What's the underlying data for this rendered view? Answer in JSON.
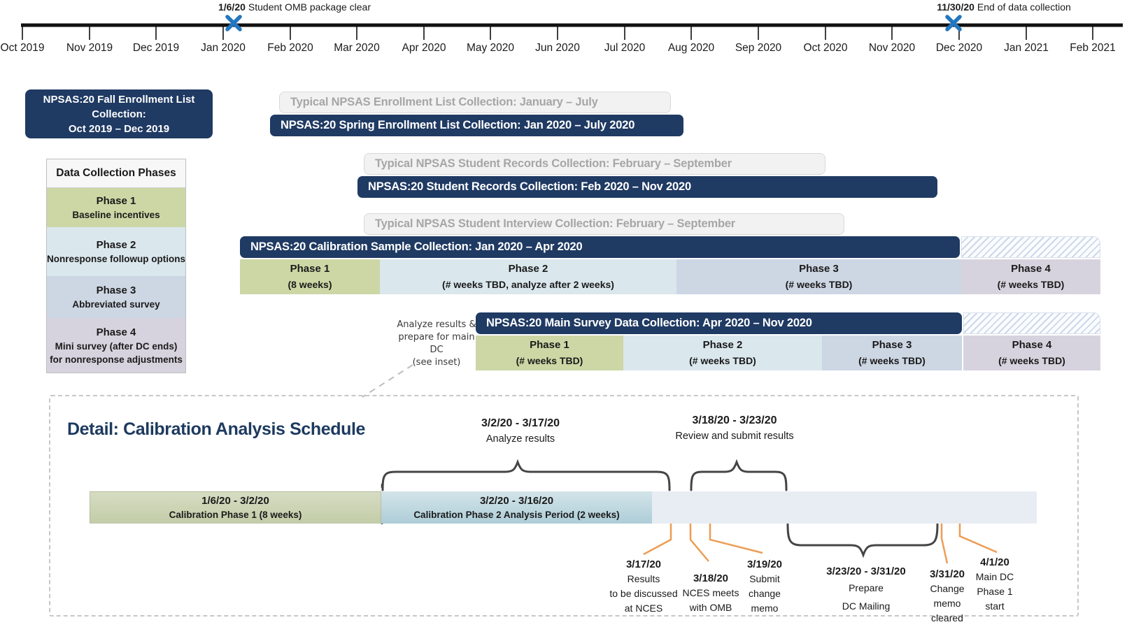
{
  "timeline": {
    "months": [
      "Oct 2019",
      "Nov 2019",
      "Dec 2019",
      "Jan 2020",
      "Feb 2020",
      "Mar 2020",
      "Apr 2020",
      "May 2020",
      "Jun 2020",
      "Jul 2020",
      "Aug 2020",
      "Sep 2020",
      "Oct 2020",
      "Nov 2020",
      "Dec 2020",
      "Jan 2021",
      "Feb 2021"
    ],
    "markers": [
      {
        "date": "1/6/20",
        "label": "Student OMB package clear"
      },
      {
        "date": "11/30/20",
        "label": "End of data collection"
      }
    ]
  },
  "colors": {
    "navy": "#1f3a63",
    "marker_blue": "#2277c0",
    "orange": "#ec9d55",
    "phase1_green": "#ccd7a5",
    "phase2_blue": "#dae7ed",
    "phase3_periwinkle": "#cdd6e3",
    "phase4_lavender": "#d7d3de",
    "typical_gray_text": "#a6a6a6"
  },
  "fall_box": {
    "line1": "NPSAS:20 Fall Enrollment List",
    "line2": "Collection:",
    "line3": "Oct 2019 – Dec 2019"
  },
  "rows": {
    "enrollment": {
      "typical": "Typical NPSAS Enrollment List Collection: January – July",
      "actual": "NPSAS:20 Spring Enrollment List Collection: Jan 2020 – July 2020"
    },
    "records": {
      "typical": "Typical NPSAS Student Records Collection: February – September",
      "actual": "NPSAS:20 Student Records Collection: Feb 2020 – Nov 2020"
    },
    "interview": {
      "typical": "Typical NPSAS Student Interview Collection: February – September"
    },
    "calibration": {
      "actual": "NPSAS:20 Calibration Sample Collection: Jan 2020 – Apr 2020"
    },
    "main": {
      "actual": "NPSAS:20 Main Survey Data Collection: Apr 2020 – Nov 2020"
    }
  },
  "legend": {
    "title": "Data Collection Phases",
    "items": [
      {
        "name": "Phase 1",
        "desc": "Baseline incentives",
        "desc2": ""
      },
      {
        "name": "Phase 2",
        "desc": "Nonresponse followup options",
        "desc2": ""
      },
      {
        "name": "Phase 3",
        "desc": "Abbreviated survey",
        "desc2": ""
      },
      {
        "name": "Phase 4",
        "desc": "Mini survey (after DC ends)",
        "desc2": "for nonresponse adjustments"
      }
    ]
  },
  "calibration_phases": [
    {
      "name": "Phase 1",
      "detail": "(8 weeks)"
    },
    {
      "name": "Phase 2",
      "detail": "(# weeks TBD, analyze after 2 weeks)"
    },
    {
      "name": "Phase 3",
      "detail": "(# weeks TBD)"
    },
    {
      "name": "Phase 4",
      "detail": "(# weeks TBD)"
    }
  ],
  "main_phases": [
    {
      "name": "Phase 1",
      "detail": "(# weeks TBD)"
    },
    {
      "name": "Phase 2",
      "detail": "(# weeks TBD)"
    },
    {
      "name": "Phase 3",
      "detail": "(# weeks TBD)"
    },
    {
      "name": "Phase 4",
      "detail": "(# weeks TBD)"
    }
  ],
  "annotation": {
    "line1": "Analyze results &",
    "line2": "prepare for main",
    "line3": "DC",
    "line4": "(see inset)"
  },
  "inset": {
    "title": "Detail: Calibration Analysis Schedule",
    "bars": [
      {
        "date": "1/6/20 - 3/2/20",
        "label": "Calibration Phase 1 (8 weeks)"
      },
      {
        "date": "3/2/20 - 3/16/20",
        "label": "Calibration Phase 2 Analysis Period (2 weeks)"
      }
    ],
    "braces": [
      {
        "date": "3/2/20 - 3/17/20",
        "label": "Analyze results"
      },
      {
        "date": "3/18/20 - 3/23/20",
        "label": "Review and submit results"
      },
      {
        "date": "3/23/20 - 3/31/20",
        "label": "Prepare",
        "label2": "DC Mailing"
      }
    ],
    "milestones": [
      {
        "date": "3/17/20",
        "lines": [
          "Results",
          "to be discussed",
          "at NCES"
        ]
      },
      {
        "date": "3/18/20",
        "lines": [
          "NCES meets",
          "with OMB",
          ""
        ]
      },
      {
        "date": "3/19/20",
        "lines": [
          "Submit",
          "change",
          "memo"
        ]
      },
      {
        "date": "3/31/20",
        "lines": [
          "Change",
          "memo",
          "cleared"
        ]
      },
      {
        "date": "4/1/20",
        "lines": [
          "Main DC",
          "Phase 1",
          "start"
        ]
      }
    ]
  }
}
